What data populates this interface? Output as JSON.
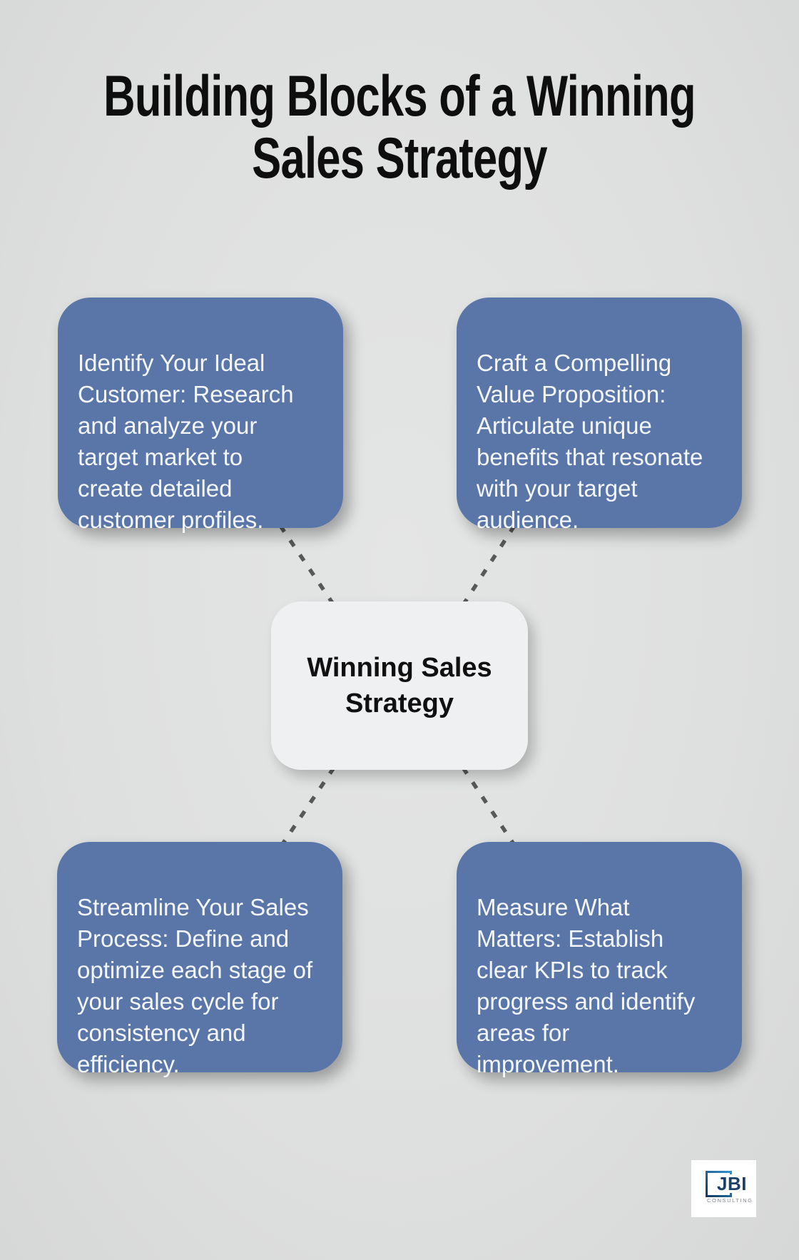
{
  "title": {
    "text": "Building Blocks of a Winning\nSales Strategy"
  },
  "diagram": {
    "center_node": {
      "text": "Winning Sales\nStrategy"
    },
    "nodes": [
      {
        "position": "top-left",
        "text": "Identify Your Ideal\nCustomer: Research\nand analyze your\ntarget market to\ncreate detailed\ncustomer profiles."
      },
      {
        "position": "top-right",
        "text": "Craft a Compelling\nValue Proposition:\nArticulate unique\nbenefits that resonate\nwith your target\naudience."
      },
      {
        "position": "bottom-left",
        "text": "Streamline Your Sales\nProcess: Define and\noptimize each stage of\nyour sales cycle for\nconsistency and\nefficiency."
      },
      {
        "position": "bottom-right",
        "text": "Measure What\nMatters: Establish\nclear KPIs to track\nprogress and identify\nareas for\nimprovement."
      }
    ]
  },
  "logo": {
    "acronym": "JBI",
    "subtitle": "CONSULTING",
    "icon": "jbi-square-icon"
  },
  "colors": {
    "background": "#dfe0e0",
    "node_blue": "#5a76a9",
    "node_text": "#f3f6fa",
    "center_bg": "#eff0f2",
    "title_text": "#0e0e0e",
    "connector": "#585858",
    "logo_navy": "#1d4166",
    "logo_blue": "#2f93cf",
    "logo_gray": "#82878d"
  }
}
